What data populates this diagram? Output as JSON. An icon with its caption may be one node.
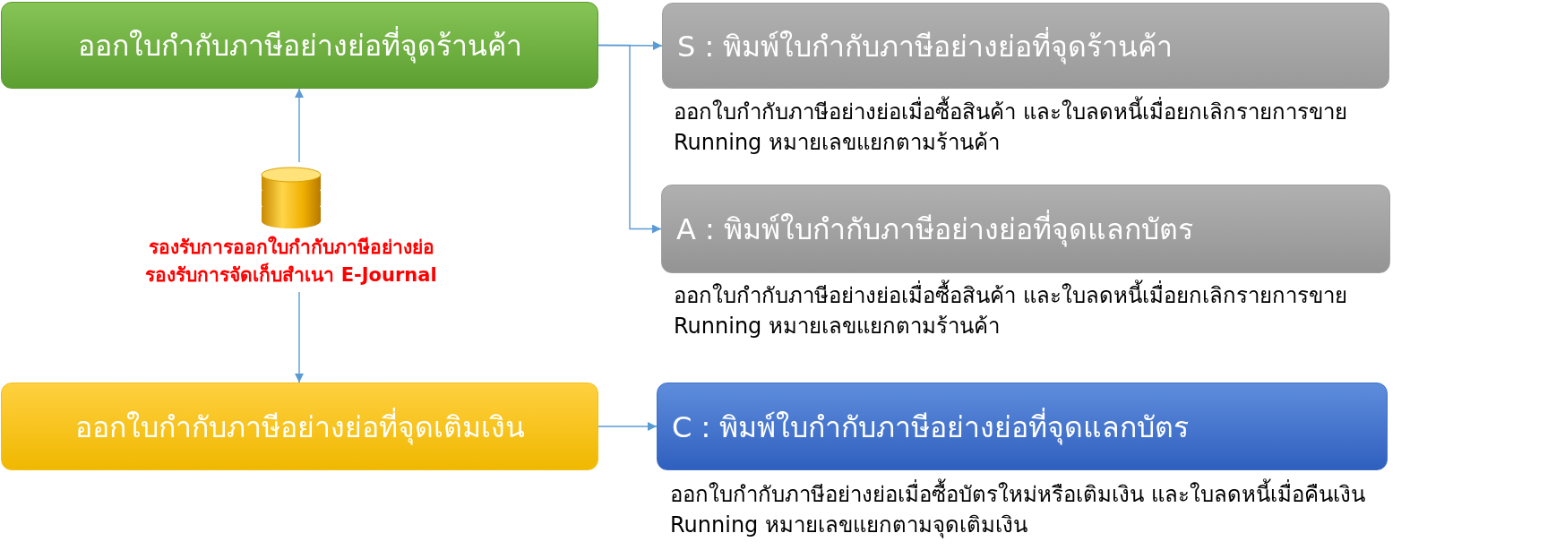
{
  "diagram": {
    "nodes": [
      {
        "text": [
          "ออกใบกำกับภาษีอย่างย่อที่จุดร้านค้า"
        ]
      },
      {
        "text": [
          "S : พิมพ์ใบกำกับภาษีอย่างย่อที่จุดร้านค้า"
        ],
        "beside": [
          "ออกใบกำกับภาษีอย่างย่อเมื่อซื้อสินค้า และใบลดหนี้เมื่อยกเลิกรายการขาย",
          "Running หมายเลขแยกตามร้านค้า"
        ]
      },
      {
        "text": [
          "A : พิมพ์ใบกำกับภาษีอย่างย่อที่จุดแลกบัตร"
        ],
        "beside": [
          "ออกใบกำกับภาษีอย่างย่อเมื่อซื้อสินค้า และใบลดหนี้เมื่อยกเลิกรายการขาย",
          "Running หมายเลขแยกตามร้านค้า"
        ]
      },
      {
        "text": [],
        "shape": "cylinder",
        "beside": [
          "รองรับการออกใบกำกับภาษีอย่างย่อ",
          "รองรับการจัดเก็บสำเนา E-Journal"
        ]
      },
      {
        "text": [
          "ออกใบกำกับภาษีอย่างย่อที่จุดเติมเงิน"
        ]
      },
      {
        "text": [
          "C : พิมพ์ใบกำกับภาษีอย่างย่อที่จุดแลกบัตร"
        ],
        "beside": [
          "ออกใบกำกับภาษีอย่างย่อเมื่อซื้อบัตรใหม่หรือเติมเงิน และใบลดหนี้เมื่อคืนเงิน",
          "Running หมายเลขแยกตามจุดเติมเงิน"
        ]
      }
    ],
    "edges": [
      {
        "from": 0,
        "to": 1,
        "arrow": "to"
      },
      {
        "from": 0,
        "to": 2,
        "arrow": "to"
      },
      {
        "from": 3,
        "to": 0,
        "arrow": "to"
      },
      {
        "from": 3,
        "to": 4,
        "arrow": "to"
      },
      {
        "from": 4,
        "to": 5,
        "arrow": "to"
      }
    ]
  }
}
